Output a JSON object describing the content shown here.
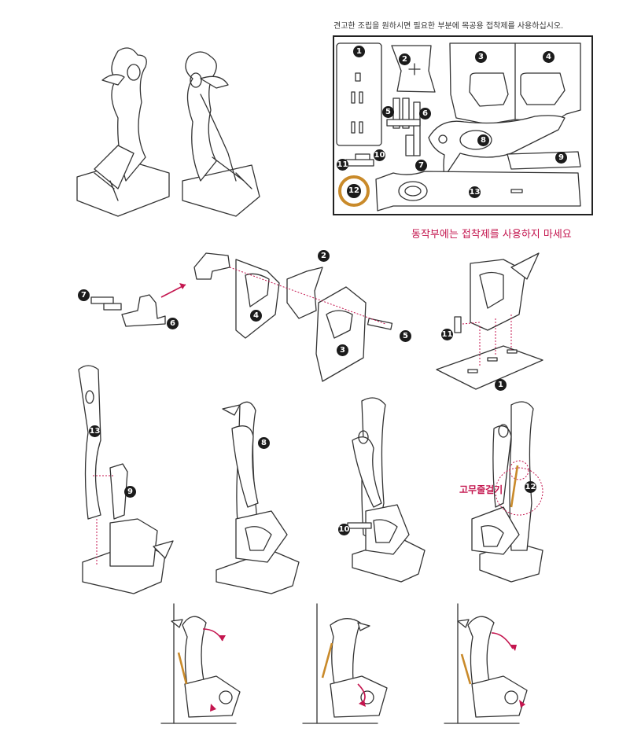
{
  "notes": {
    "glue_hint": "견고한 조립을 원하시면 필요한 부분에 목공용 접착제를 사용하십시오.",
    "no_glue_warning": "동작부에는 접착제를 사용하지 마세요",
    "rubber_band_label": "고무줄걸기"
  },
  "parts_sheet": {
    "part_numbers": [
      "1",
      "2",
      "3",
      "4",
      "5",
      "6",
      "7",
      "8",
      "9",
      "10",
      "11",
      "12",
      "13"
    ]
  },
  "step1": {
    "labels": [
      "7",
      "6",
      "4",
      "2",
      "3",
      "5"
    ]
  },
  "step2": {
    "labels": [
      "11",
      "1"
    ]
  },
  "step3": {
    "labels": [
      "13",
      "9"
    ]
  },
  "step4": {
    "labels": [
      "8"
    ]
  },
  "step5": {
    "labels": [
      "10"
    ]
  },
  "step6": {
    "labels": [
      "12"
    ]
  },
  "colors": {
    "accent_red": "#c4164f",
    "rubber_band": "#c98a2a",
    "line": "#333333"
  },
  "icons": [
    "curved-arrow-icon",
    "rotation-arrow-icon",
    "pink-arrow-icon"
  ]
}
